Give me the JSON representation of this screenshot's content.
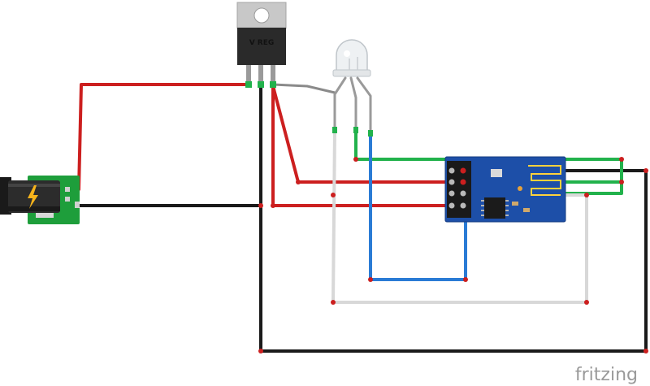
{
  "diagram": {
    "software_watermark": "fritzing",
    "regulator_label": "V REG",
    "power_jack_icon": "lightning-bolt-icon",
    "components": [
      {
        "name": "dc-barrel-jack",
        "type": "power-jack"
      },
      {
        "name": "voltage-regulator",
        "type": "TO-220"
      },
      {
        "name": "rgb-led",
        "type": "led"
      },
      {
        "name": "wifi-module",
        "type": "esp-01"
      }
    ],
    "wire_colors": {
      "red": "#cc1f1f",
      "black": "#1a1a1a",
      "green": "#22b24c",
      "white": "#d8d8d8",
      "blue": "#2a7bd5",
      "gray": "#8a8a8a"
    },
    "colors": {
      "pcb_green": "#1e9e3b",
      "module_blue": "#1d4fa8",
      "regulator_black": "#2a2a2a",
      "heatsink_gray": "#c8c8c8"
    }
  }
}
